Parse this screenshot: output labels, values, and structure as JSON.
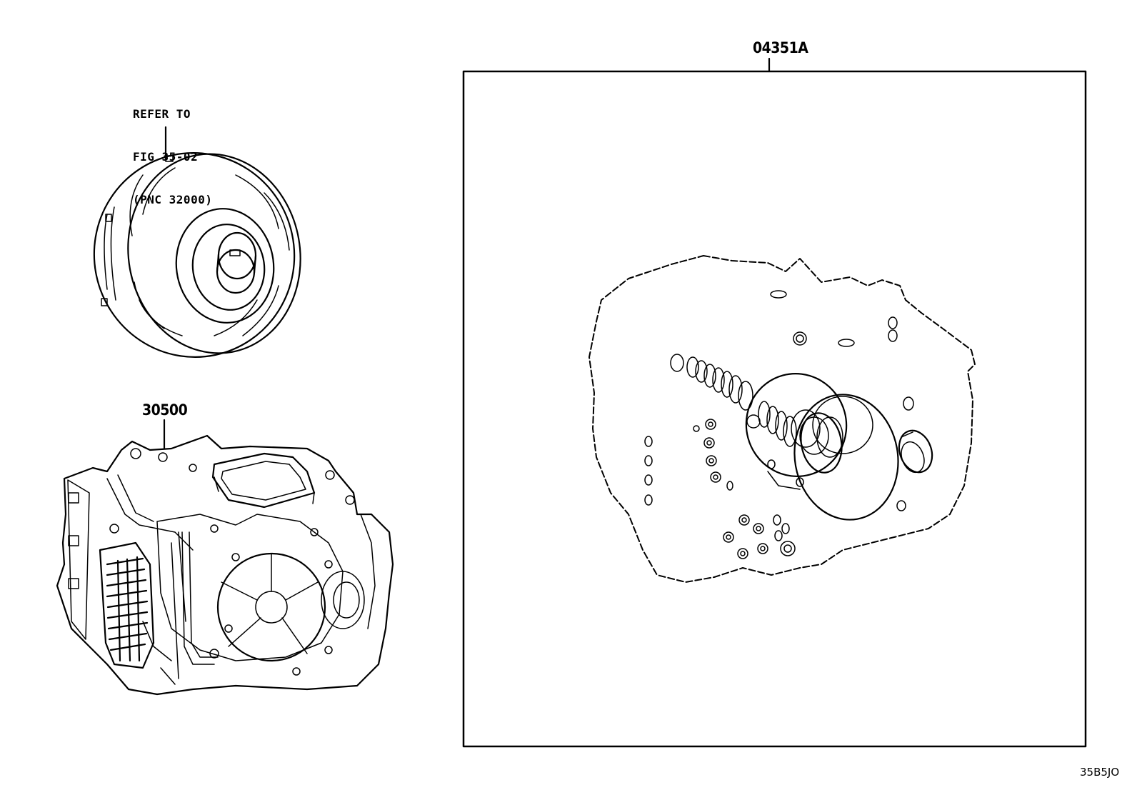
{
  "callouts": {
    "refer_line1": "REFER TO",
    "refer_line2": "FIG 35-02",
    "refer_line3": "(PNC 32000)",
    "part_transaxle": "30500",
    "part_gasket_kit": "04351A"
  },
  "figure_code": "35B5JO",
  "icons": [
    "torque-converter",
    "transaxle-assembly",
    "overhaul-gasket-kit"
  ]
}
